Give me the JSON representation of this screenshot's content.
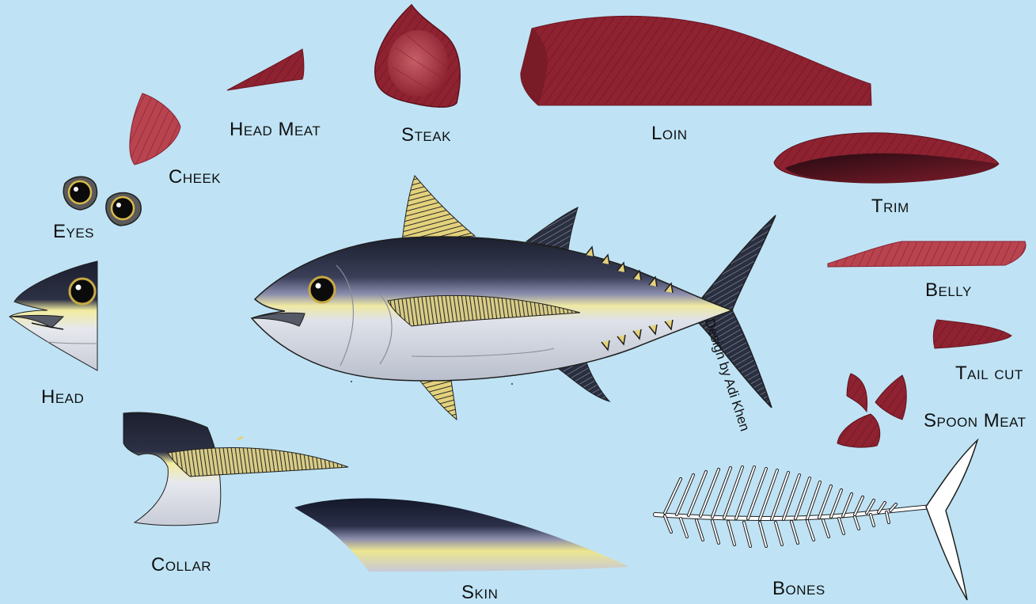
{
  "labels": {
    "head_meat": "Head Meat",
    "steak": "Steak",
    "loin": "Loin",
    "cheek": "Cheek",
    "trim": "Trim",
    "eyes": "Eyes",
    "belly": "Belly",
    "head": "Head",
    "tail_cut": "Tail cut",
    "spoon_meat": "Spoon Meat",
    "collar": "Collar",
    "skin": "Skin",
    "bones": "Bones"
  },
  "credit": "Design by Adi Khen",
  "colors": {
    "background": "#bfe3f5",
    "meat": "#8b1f2a",
    "meat_light": "#b5434d",
    "fin_yellow": "#e8d57a",
    "back_dark": "#1b1f2e",
    "belly_silver": "#d7dbe3",
    "stripe_yellow": "#f2eca0"
  }
}
